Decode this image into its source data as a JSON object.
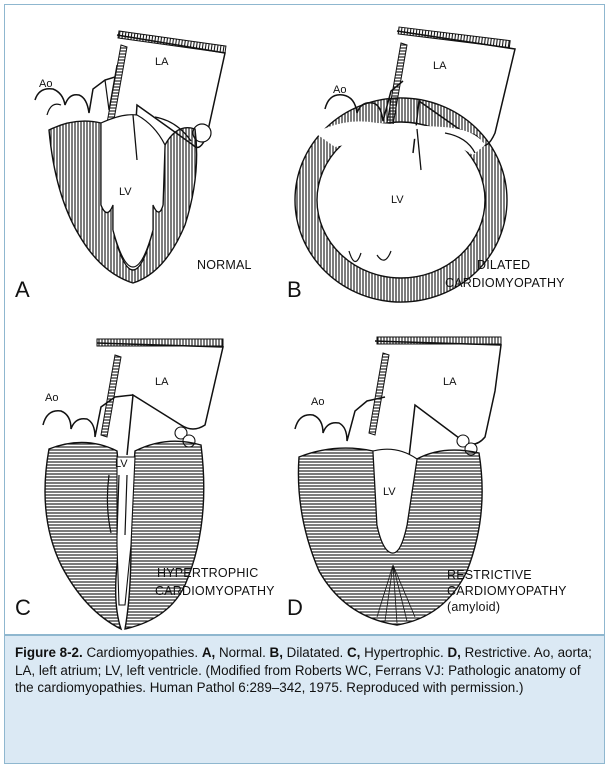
{
  "panels": [
    {
      "letter": "A",
      "caption_lines": [
        "NORMAL"
      ]
    },
    {
      "letter": "B",
      "caption_lines": [
        "DILATED",
        "CARDIOMYOPATHY"
      ]
    },
    {
      "letter": "C",
      "caption_lines": [
        "HYPERTROPHIC",
        "CARDIOMYOPATHY"
      ]
    },
    {
      "letter": "D",
      "caption_lines": [
        "RESTRICTIVE",
        "CARDIOMYOPATHY",
        "(amyloid)"
      ]
    }
  ],
  "structure_labels": {
    "ao": "Ao",
    "la": "LA",
    "lv": "LV"
  },
  "caption": {
    "figure_number": "Figure 8-2.",
    "intro": " Cardiomyopathies. ",
    "a_key": "A,",
    "a_text": " Normal. ",
    "b_key": "B,",
    "b_text": " Dilatated. ",
    "c_key": "C,",
    "c_text": " Hypertrophic. ",
    "d_key": "D,",
    "d_text": " Restrictive. Ao, aorta; LA, left atrium; LV, left ventricle. (Modified from Roberts WC, Ferrans VJ: Pathologic anatomy of the cardiomyopathies. Human Pathol 6:289–342, 1975. Reproduced with permission.)"
  },
  "colors": {
    "frame": "#8fb7cf",
    "caption_bg": "#dbe9f4",
    "ink": "#111111"
  }
}
